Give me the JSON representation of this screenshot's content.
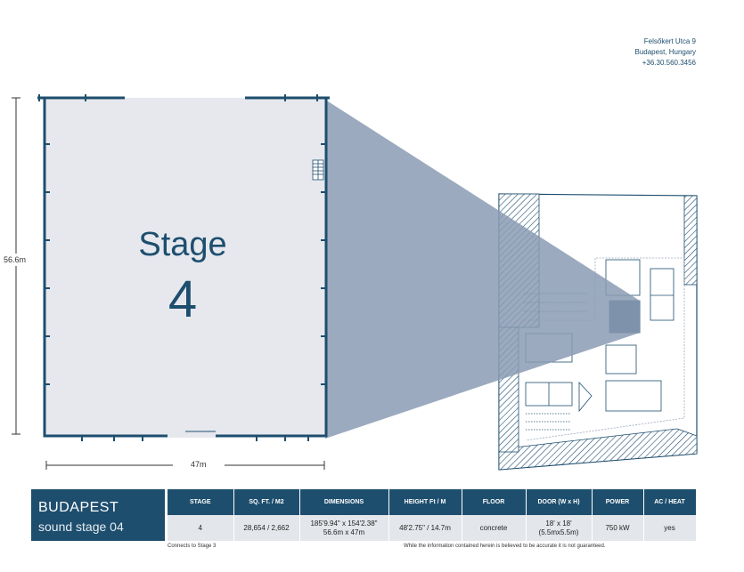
{
  "contact": {
    "street": "Felsőkert Utca 9",
    "city": "Budapest, Hungary",
    "phone": "+36.30.560.3456"
  },
  "plan": {
    "stage_word": "Stage",
    "stage_number": "4",
    "height_label": "56.6m",
    "width_label": "47m"
  },
  "spec": {
    "city": "BUDAPEST",
    "subtitle": "sound stage 04",
    "headers": [
      "STAGE",
      "SQ. FT. / M2",
      "DIMENSIONS",
      "HEIGHT Ft / M",
      "FLOOR",
      "DOOR (W x H)",
      "POWER",
      "AC / HEAT"
    ],
    "row": {
      "stage": "4",
      "area": "28,654 / 2,662",
      "dimensions_ft": "185'9.94\" x 154'2.38\"",
      "dimensions_m": "56.6m x 47m",
      "height": "48'2.75\" / 14.7m",
      "floor": "concrete",
      "door_ft": "18' x 18'",
      "door_m": "(5.5mx5.5m)",
      "power": "750 kW",
      "ac_heat": "yes"
    }
  },
  "notes": {
    "connects": "Connects to Stage 3",
    "disclaimer": "While the information contained herein is believed to be accurate it is not guaranteed."
  },
  "colors": {
    "brand": "#1e4e6e",
    "floor": "#e6e8ee",
    "projection": "#8a9bb3",
    "cell": "#e3e6ea"
  }
}
